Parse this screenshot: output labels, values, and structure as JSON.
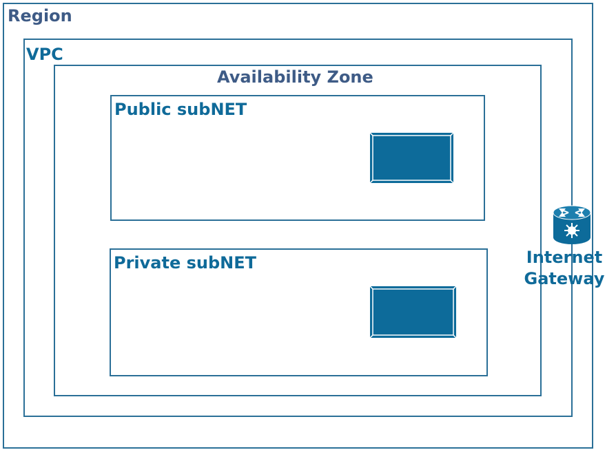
{
  "diagram": {
    "region": {
      "label": "Region"
    },
    "vpc": {
      "label": "VPC"
    },
    "availability_zone": {
      "label": "Availability Zone"
    },
    "public_subnet": {
      "label": "Public subNET",
      "instance_icon": "instance-box"
    },
    "private_subnet": {
      "label": "Private subNET",
      "instance_icon": "instance-box"
    },
    "internet_gateway": {
      "label": "Internet Gateway",
      "icon": "router-icon"
    }
  },
  "colors": {
    "border": "#2a6f97",
    "region_label": "#3e5b86",
    "vpc_label": "#0f6a99",
    "instance_fill": "#0d6b9a",
    "gateway_fill": "#0d6b9a"
  }
}
